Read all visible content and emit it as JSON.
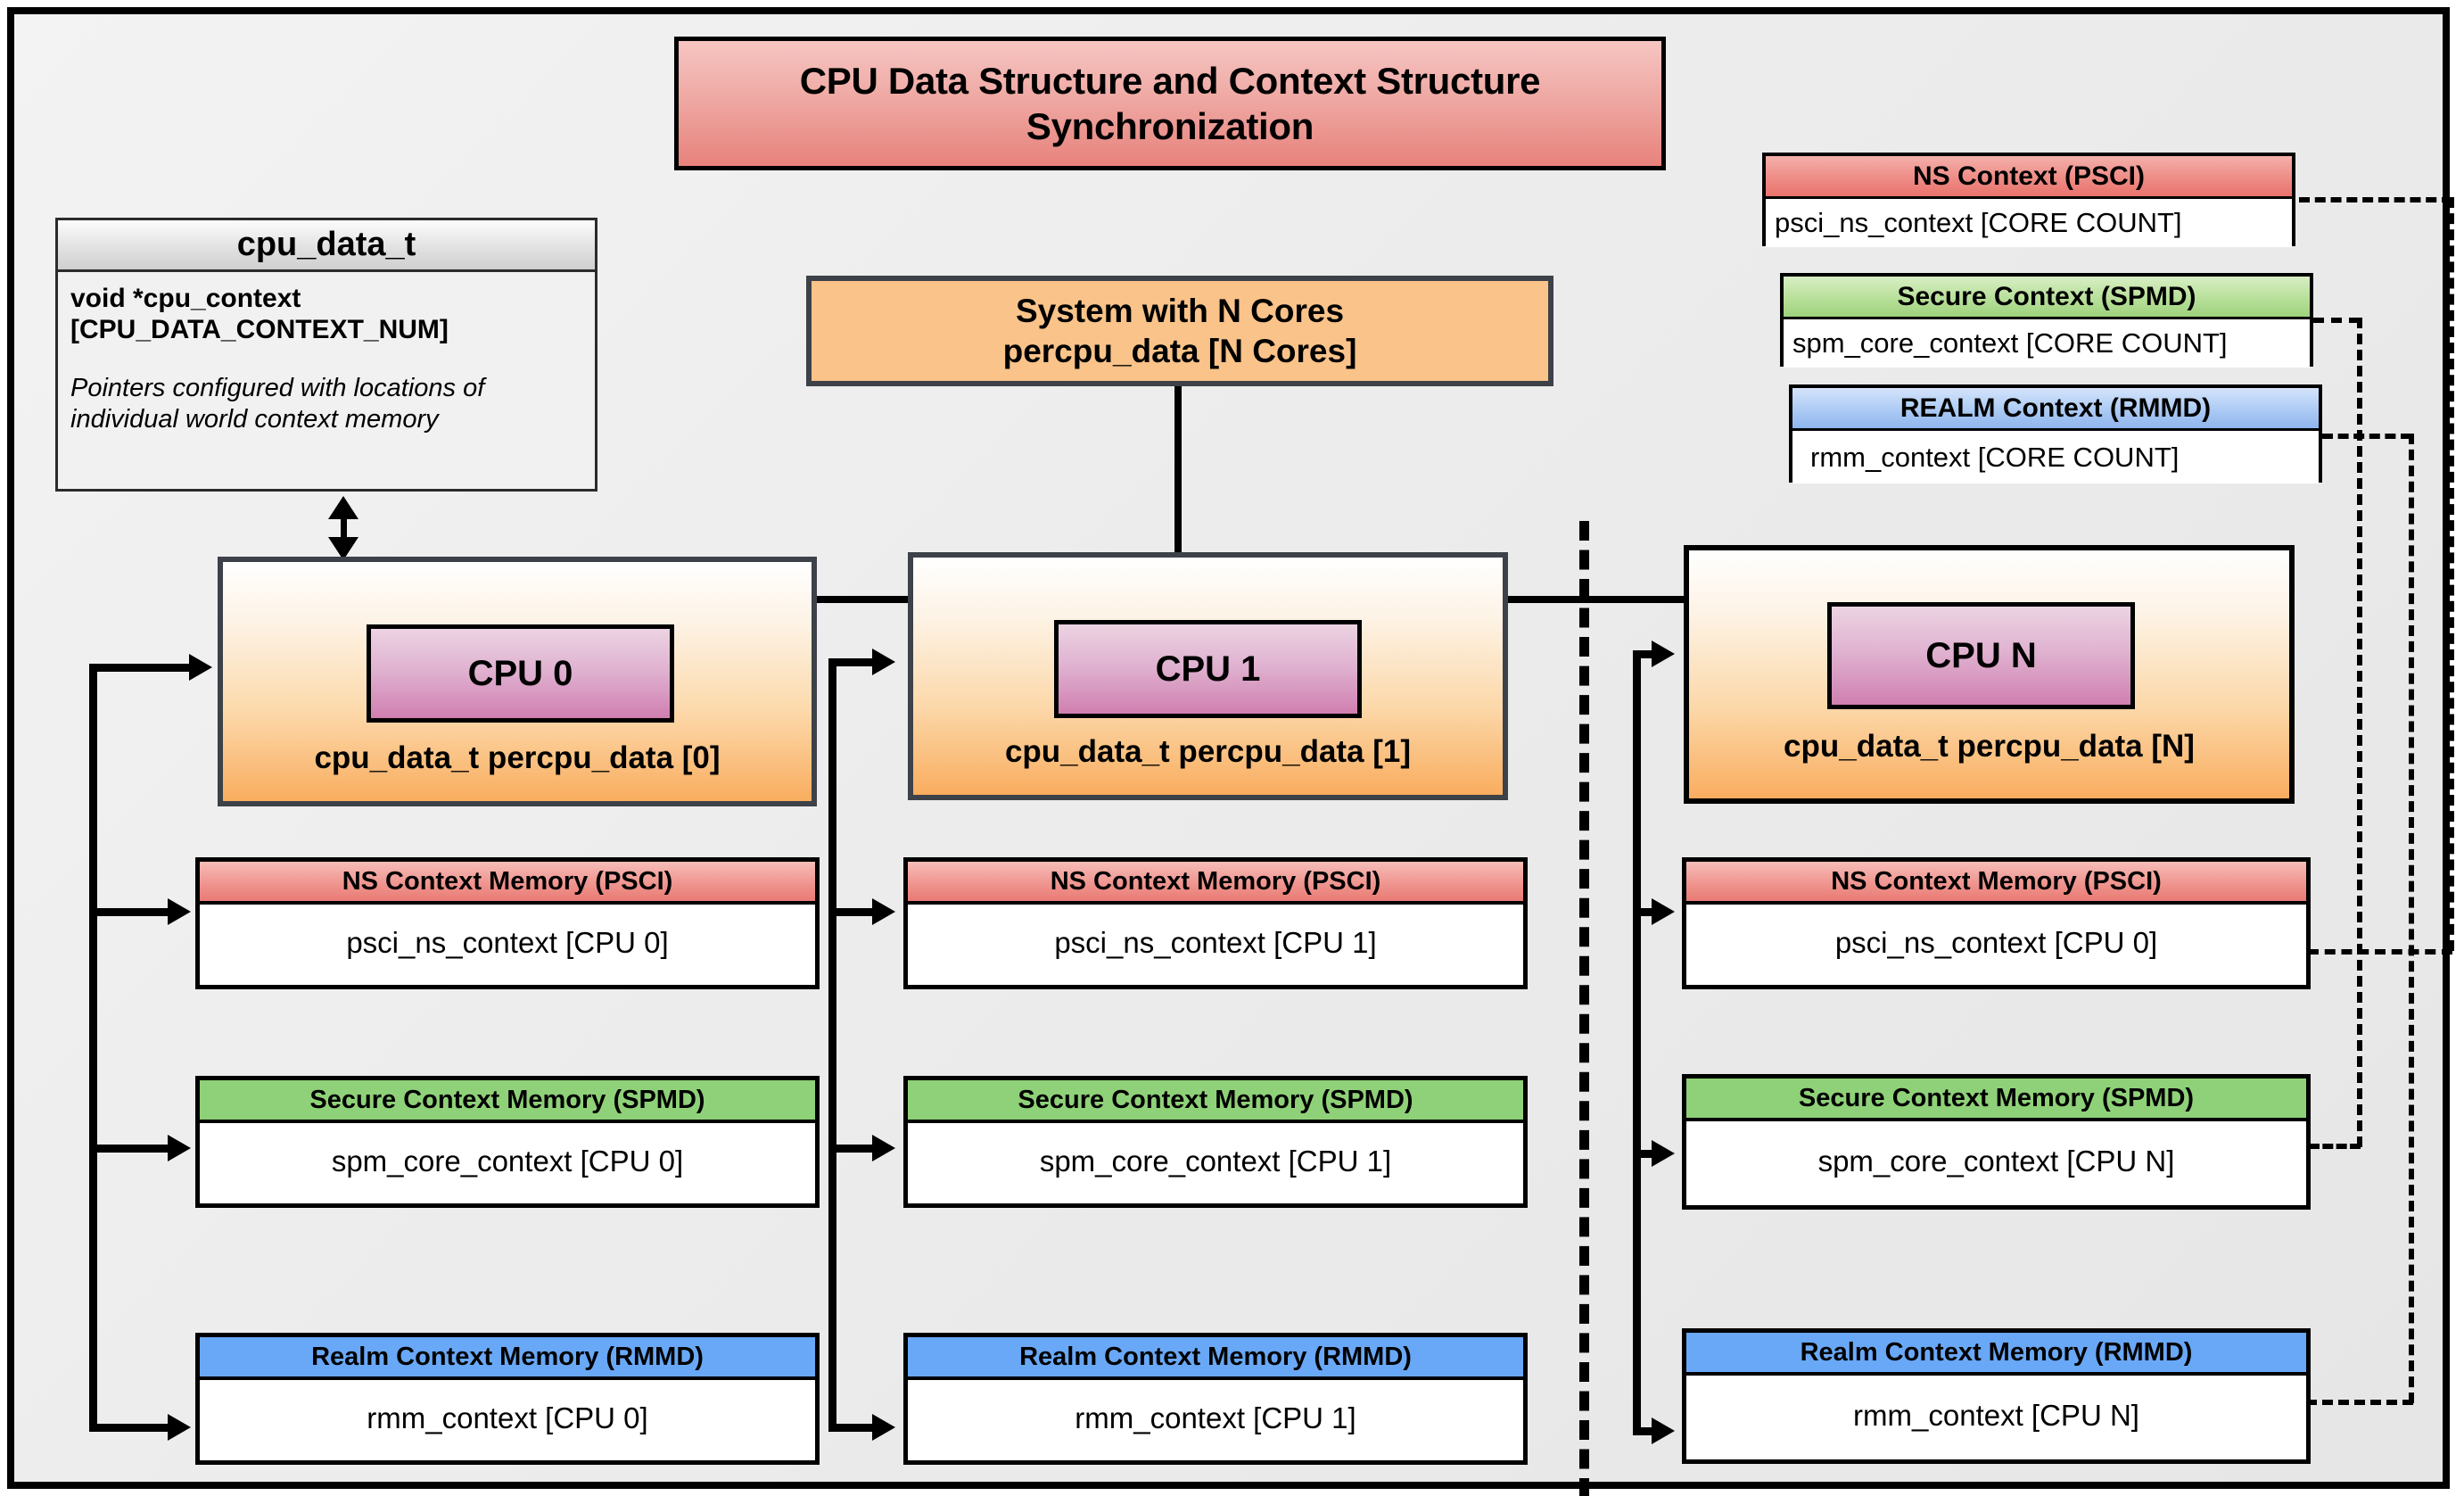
{
  "title": "CPU Data Structure and Context Structure Synchronization",
  "cpu_data_struct": {
    "name": "cpu_data_t",
    "field": "void  *cpu_context",
    "field_index": "[CPU_DATA_CONTEXT_NUM]",
    "note": "Pointers configured with locations of individual world context memory"
  },
  "system": {
    "line1": "System with N Cores",
    "line2": "percpu_data [N Cores]"
  },
  "global_contexts": [
    {
      "header": "NS Context  (PSCI)",
      "body": "psci_ns_context [CORE COUNT]",
      "color": "#ee8c86"
    },
    {
      "header": "Secure Context (SPMD)",
      "body": "spm_core_context [CORE COUNT]",
      "color": "#9ed27d"
    },
    {
      "header": "REALM Context (RMMD)",
      "body": "rmm_context [CORE COUNT]",
      "color": "#8fb6ee"
    }
  ],
  "cpus": [
    {
      "chip": "CPU 0",
      "caption": "cpu_data_t percpu_data [0]",
      "contexts": [
        {
          "header": "NS Context Memory (PSCI)",
          "body": "psci_ns_context [CPU 0]",
          "color": "#ef928c"
        },
        {
          "header": "Secure Context Memory (SPMD)",
          "body": "spm_core_context [CPU 0]",
          "color": "#8fd178"
        },
        {
          "header": "Realm Context Memory (RMMD)",
          "body": "rmm_context [CPU 0]",
          "color": "#69a8f7"
        }
      ]
    },
    {
      "chip": "CPU 1",
      "caption": "cpu_data_t percpu_data [1]",
      "contexts": [
        {
          "header": "NS Context Memory (PSCI)",
          "body": "psci_ns_context [CPU 1]",
          "color": "#ef928c"
        },
        {
          "header": "Secure Context Memory (SPMD)",
          "body": "spm_core_context [CPU 1]",
          "color": "#8fd178"
        },
        {
          "header": "Realm Context Memory (RMMD)",
          "body": "rmm_context [CPU 1]",
          "color": "#69a8f7"
        }
      ]
    },
    {
      "chip": "CPU N",
      "caption": "cpu_data_t percpu_data [N]",
      "contexts": [
        {
          "header": "NS Context Memory (PSCI)",
          "body": "psci_ns_context [CPU 0]",
          "color": "#ef928c"
        },
        {
          "header": "Secure Context Memory (SPMD)",
          "body": "spm_core_context [CPU N]",
          "color": "#8fd178"
        },
        {
          "header": "Realm Context Memory (RMMD)",
          "body": "rmm_context [CPU N]",
          "color": "#69a8f7"
        }
      ]
    }
  ],
  "colors": {
    "canvas": "#ececec",
    "title_fill": "#ef9f99",
    "system_fill": "#f9c389",
    "cpu_chip_fill": "#d07fb0",
    "cpu_block_fill": "#f9ad5f",
    "ns_red": "#ee8c86",
    "secure_green": "#8fd178",
    "realm_blue": "#69a8f7",
    "border": "#000000"
  }
}
